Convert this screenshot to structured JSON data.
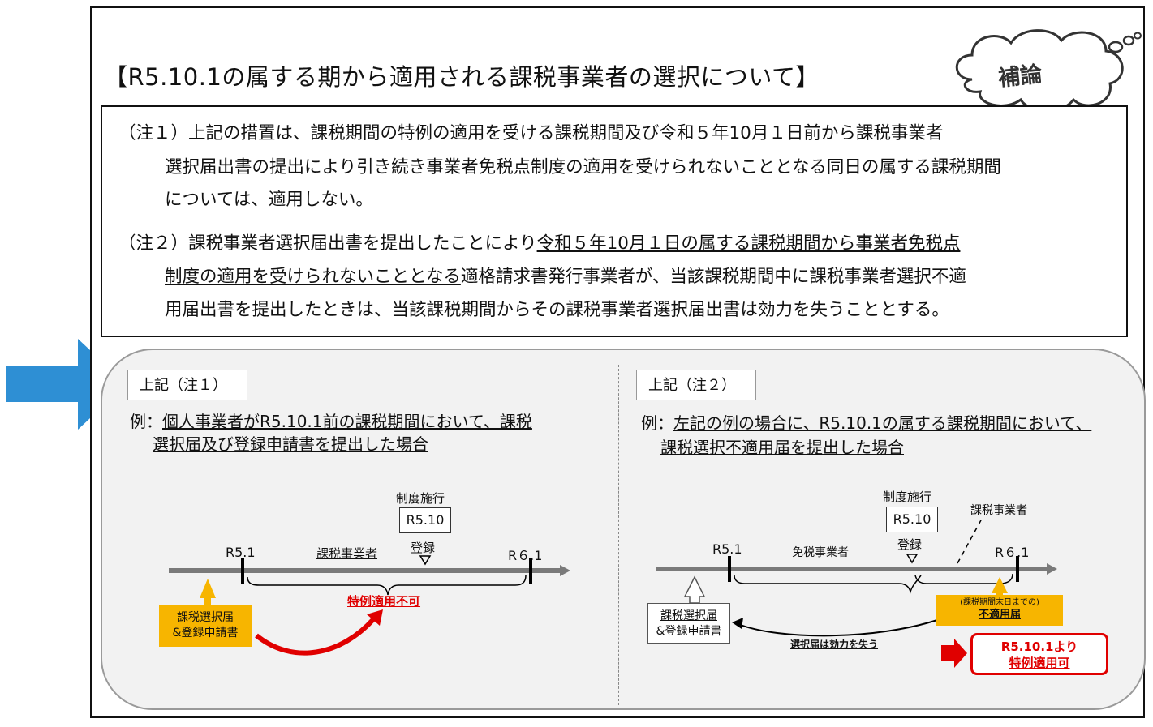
{
  "title": "【R5.10.1の属する期から適用される課税事業者の選択について】",
  "cloud_label": "補論",
  "note1": {
    "line1": "（注１）上記の措置は、課税期間の特例の適用を受ける課税期間及び令和５年10月１日前から課税事業者",
    "line2": "選択届出書の提出により引き続き事業者免税点制度の適用を受けられないこととなる同日の属する課税期間",
    "line3": "については、適用しない。"
  },
  "note2": {
    "line1_pre": "（注２）課税事業者選択届出書を提出したことにより",
    "line1_u": "令和５年10月１日の属する課税期間から事業者免税点",
    "line2_u": "制度の適用を受けられないこととなる",
    "line2_post": "適格請求書発行事業者が、当該課税期間中に課税事業者選択不適",
    "line3": "用届出書を提出したときは、当該課税期間からその課税事業者選択届出書は効力を失うこととする。"
  },
  "left": {
    "tag": "上記（注１）",
    "ex_prefix": "例：",
    "ex_line1": "個人事業者がR5.10.1前の課税期間において、課税",
    "ex_line2": "選択届及び登録申請書を提出した場合",
    "system_start": "制度施行",
    "r510": "R5.10",
    "register": "登録",
    "r51": "R5.1",
    "r61": "R６.1",
    "status": "課税事業者",
    "notice_line1": "課税選択届",
    "notice_line2": "&登録申請書",
    "result": "特例適用不可"
  },
  "right": {
    "tag": "上記（注２）",
    "ex_prefix": "例：",
    "ex_line1": "左記の例の場合に、R5.10.1の属する課税期間において、",
    "ex_line2": "課税選択不適用届を提出した場合",
    "system_start": "制度施行",
    "r510": "R5.10",
    "register": "登録",
    "r51": "R5.1",
    "r61": "R６.1",
    "status_exempt": "免税事業者",
    "status_taxable": "課税事業者",
    "notice_line1": "課税選択届",
    "notice_line2": "&登録申請書",
    "nonapp_small": "(課税期間末日までの)",
    "nonapp_label": "不適用届",
    "effect": "選択届は効力を失う",
    "result_line1": "R5.10.1より",
    "result_line2": "特例適用可"
  },
  "colors": {
    "accent_arrow": "#2e8fd4",
    "yellow": "#f7b500",
    "red": "#e00000",
    "timeline": "#7a7a7a"
  }
}
